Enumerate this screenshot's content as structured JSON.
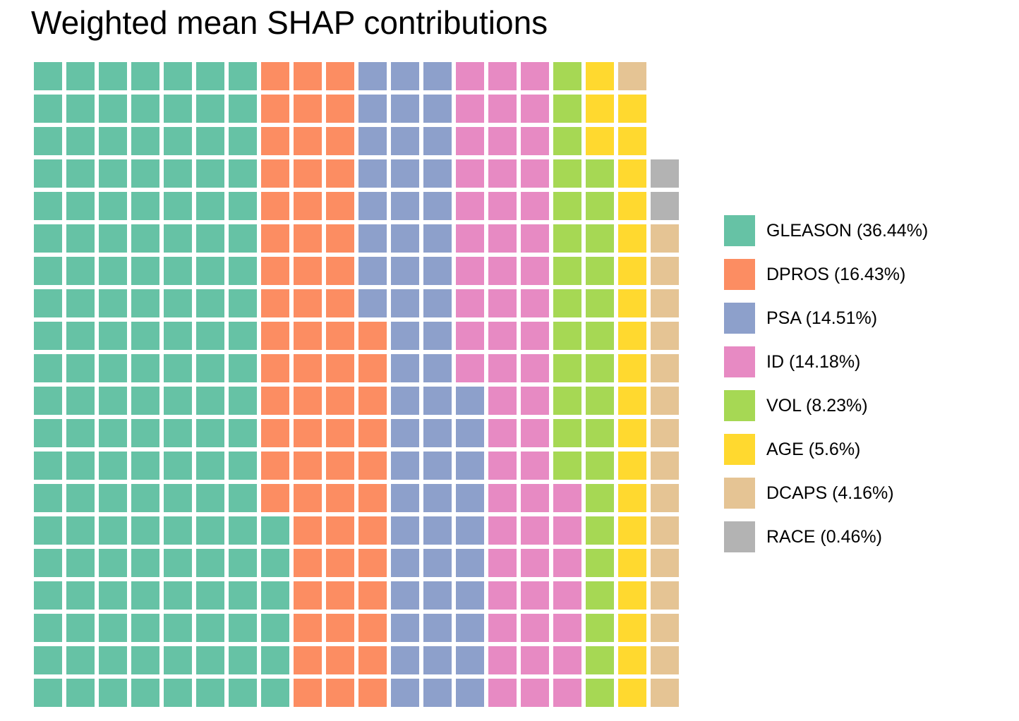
{
  "title": "Weighted mean SHAP contributions",
  "chart_data": {
    "type": "waffle",
    "title": "Weighted mean SHAP contributions",
    "legend_position": "right",
    "grid": {
      "rows": 20,
      "columns": 20,
      "total_cells": 400,
      "empty_cells_at_end": 3,
      "fill_order": "columns left-to-right, within each column bottom-to-top"
    },
    "categories": [
      {
        "name": "GLEASON",
        "percent": 36.44,
        "label": "GLEASON (36.44%)",
        "color": "#66C2A5",
        "cells": 146
      },
      {
        "name": "DPROS",
        "percent": 16.43,
        "label": "DPROS (16.43%)",
        "color": "#FC8D62",
        "cells": 66
      },
      {
        "name": "PSA",
        "percent": 14.51,
        "label": "PSA (14.51%)",
        "color": "#8DA0CB",
        "cells": 58
      },
      {
        "name": "ID",
        "percent": 14.18,
        "label": "ID (14.18%)",
        "color": "#E78AC3",
        "cells": 57
      },
      {
        "name": "VOL",
        "percent": 8.23,
        "label": "VOL (8.23%)",
        "color": "#A6D854",
        "cells": 30
      },
      {
        "name": "AGE",
        "percent": 5.6,
        "label": "AGE (5.6%)",
        "color": "#FFD92F",
        "cells": 22
      },
      {
        "name": "DCAPS",
        "percent": 4.16,
        "label": "DCAPS (4.16%)",
        "color": "#E5C494",
        "cells": 16
      },
      {
        "name": "RACE",
        "percent": 0.46,
        "label": "RACE (0.46%)",
        "color": "#B3B3B3",
        "cells": 2
      }
    ]
  }
}
